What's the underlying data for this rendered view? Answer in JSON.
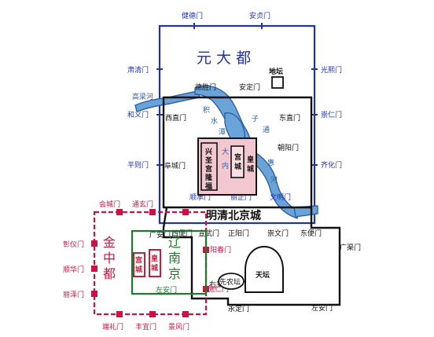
{
  "colors": {
    "yuan": "#2233aa",
    "mingqing": "#111111",
    "jin": "#cc1144",
    "liao": "#1f7a2e",
    "palace_red": "#c41e3a",
    "river_fill": "#6aa3d8",
    "river_edge": "#2f5fa8",
    "moat_fill": "#f2c7cf"
  },
  "yuan_dadu": {
    "title": "元 大 都",
    "gates": {
      "jiande": "健德门",
      "anzhen": "安贞门",
      "suqing": "肃清门",
      "guangxi": "光熙门",
      "heyi": "和义门",
      "chongren": "崇仁门",
      "pingze": "平则门",
      "qihua": "齐化门"
    },
    "altar": "地坛"
  },
  "water": {
    "gaoliang": "高梁河",
    "jishuitan": "积水潭",
    "tonghui": "通惠河"
  },
  "mingqing_beijing": {
    "title": "明清北京城",
    "gates": {
      "desheng": "德胜门",
      "anding": "安定门",
      "xizhi": "西直门",
      "dongzhi": "东直门",
      "fucheng": "阜城门",
      "chaoyang": "朝阳门",
      "shuncheng": "顺承门",
      "lizheng": "丽正门",
      "wenming": "文明门",
      "guangan": "广安门",
      "xibian": "西便门",
      "xuanwu": "宣武门",
      "zhengyang": "正阳门",
      "chongwen": "崇文门",
      "dongbian": "东便门",
      "guangqu": "广渠门",
      "youan": "右安门",
      "yongding": "永定门",
      "zuoan": "左安门"
    },
    "palace_complex": "兴圣宫隆福宫",
    "palace_chars": [
      "大",
      "内"
    ],
    "temple_heaven": "天坛",
    "temple_agri": "先农坛"
  },
  "yuan_palace": "宫城",
  "yuan_imperial": "皇城",
  "jin_zhongdu": {
    "title_chars": [
      "金",
      "中",
      "都"
    ],
    "gates": {
      "huicheng": "会城门",
      "tongxuan": "通玄门",
      "zhangyi": "彰仪门",
      "shunhua": "顺华门",
      "lize": "丽泽门",
      "duanli": "端礼门",
      "fengyi": "丰宜门",
      "jingfeng": "景风门",
      "yangchun": "阳春门",
      "shiren": "施仁门"
    },
    "palace": "宫城",
    "imperial": "皇城"
  },
  "liao_nanjing": {
    "title_chars": [
      "辽",
      "南",
      "京"
    ],
    "gates": {
      "zuoan": "左安门"
    }
  }
}
